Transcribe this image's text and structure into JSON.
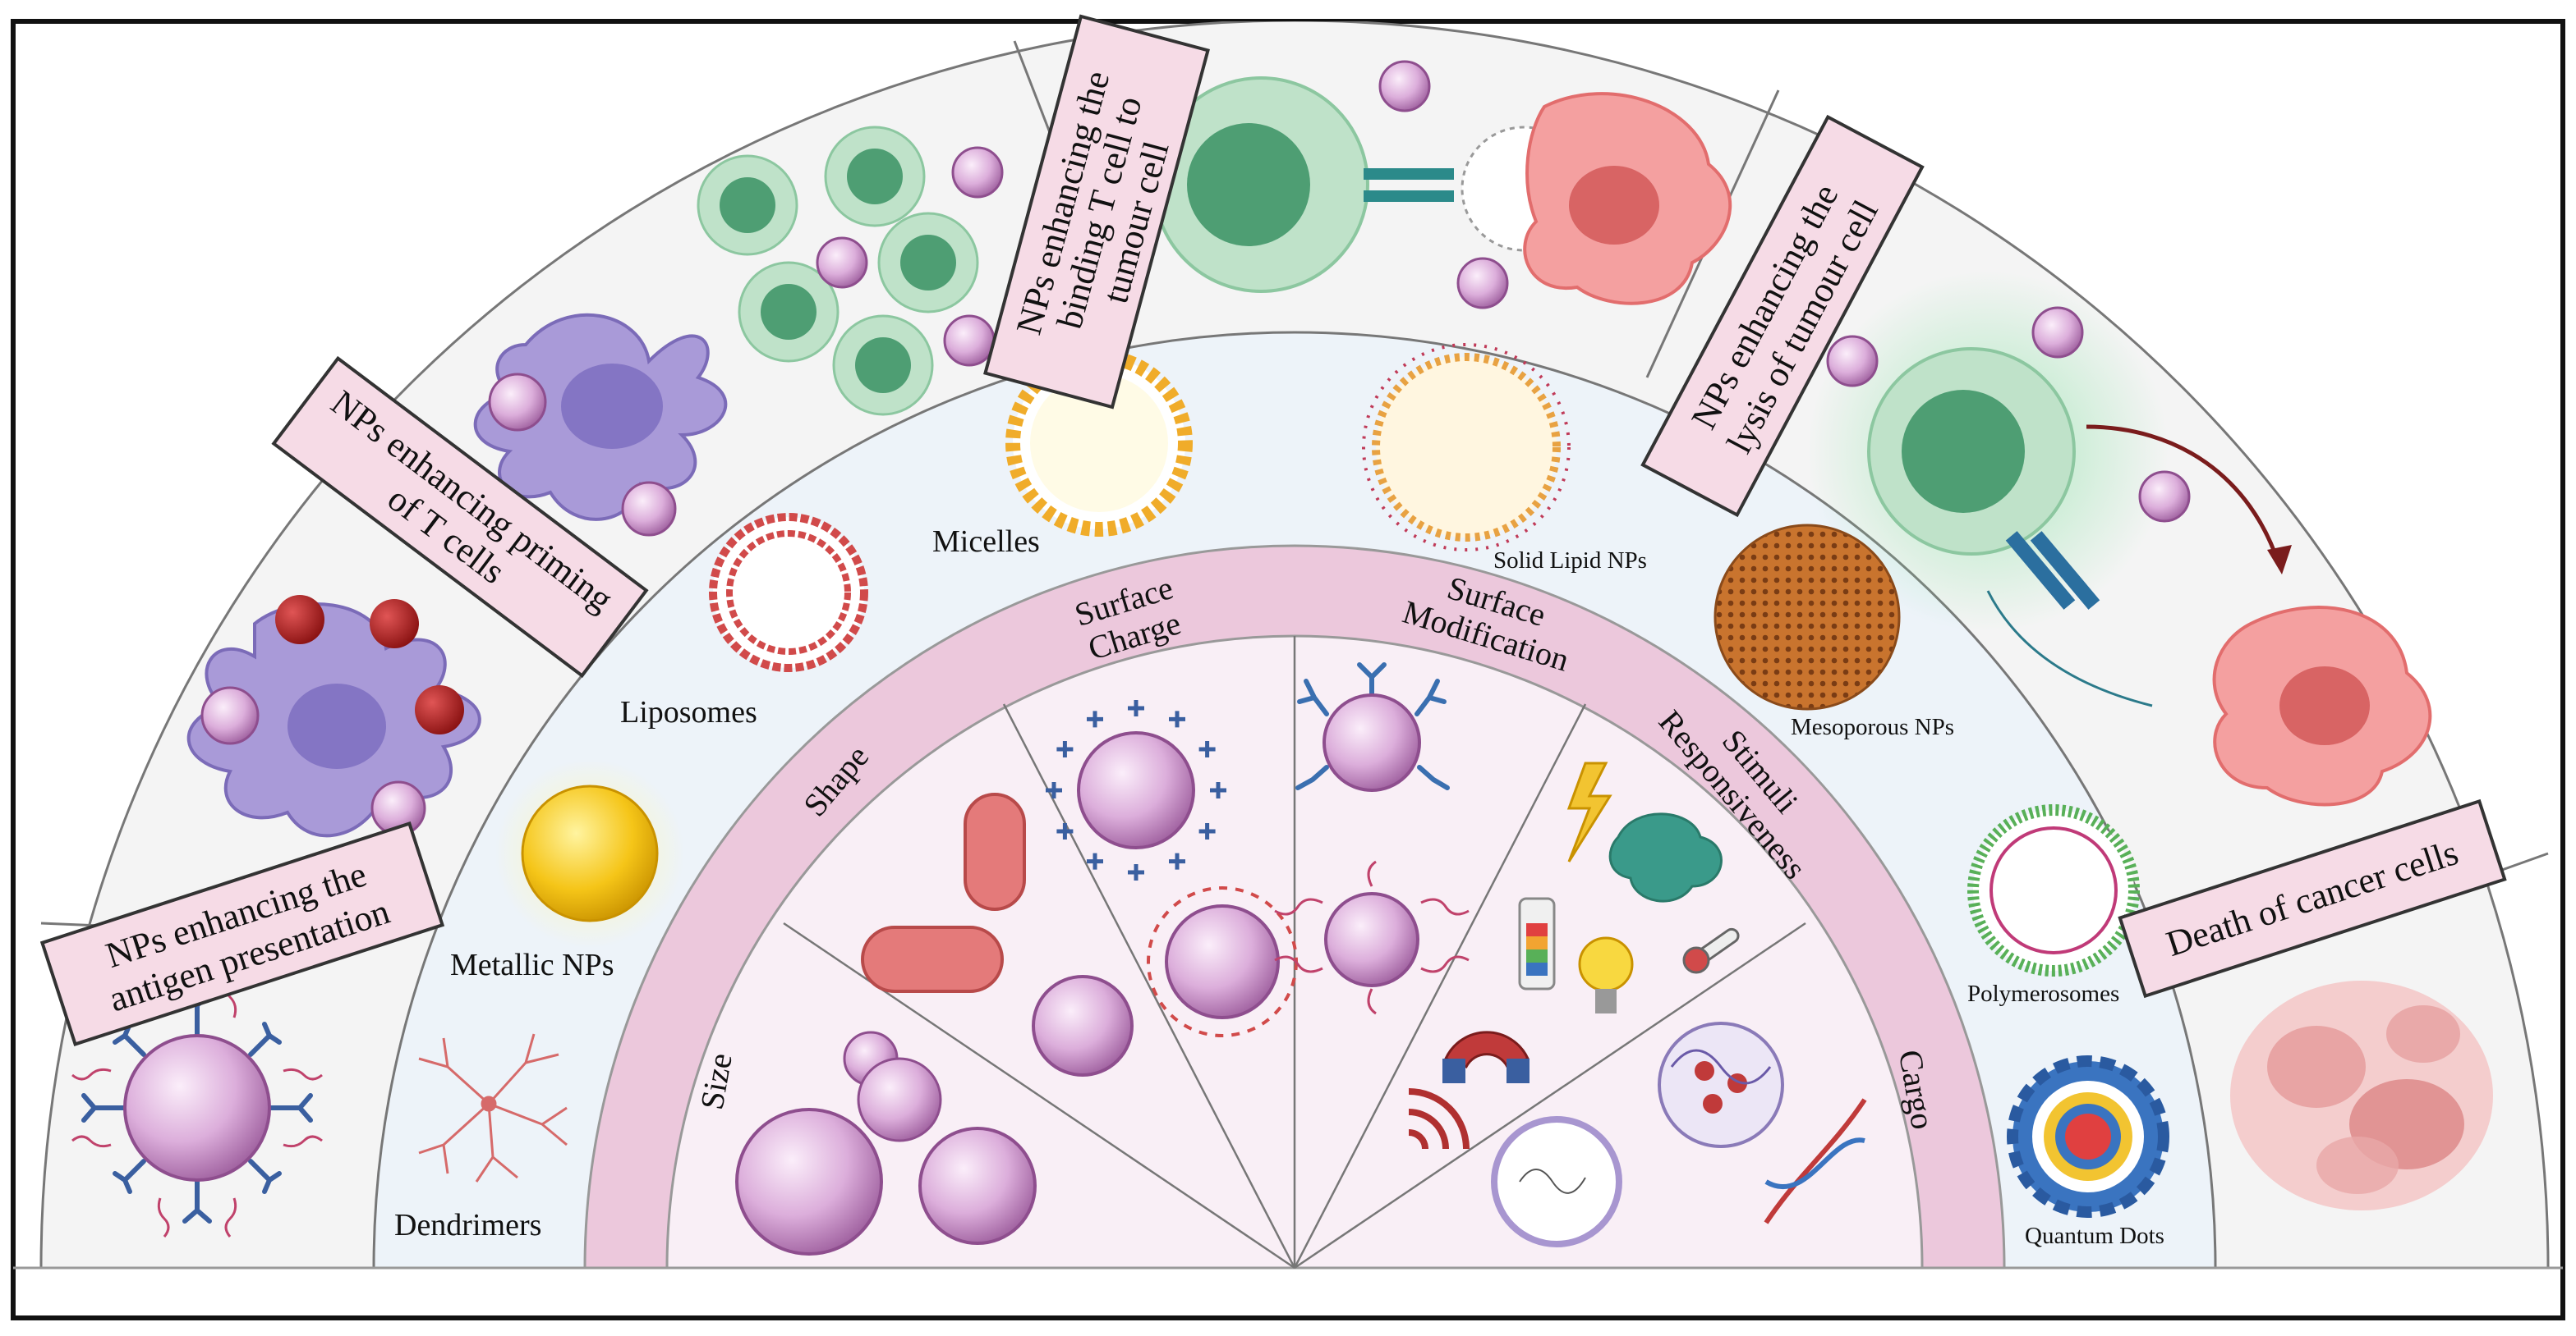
{
  "outer_labels": {
    "antigen": [
      "NPs enhancing the",
      "antigen presentation"
    ],
    "priming": [
      "NPs enhancing priming",
      "of T cells"
    ],
    "binding": [
      "NPs enhancing the",
      "binding T cell to",
      "tumour cell"
    ],
    "lysis": [
      "NPs enhancing the",
      "lysis of tumour cell"
    ],
    "death": "Death of cancer cells"
  },
  "np_types": {
    "metallic": "Metallic NPs",
    "dendrimers": "Dendrimers",
    "liposomes": "Liposomes",
    "micelles": "Micelles",
    "solid_lipid": "Solid Lipid NPs",
    "mesoporous": "Mesoporous NPs",
    "polymerosomes": "Polymerosomes",
    "quantum_dots": "Quantum Dots"
  },
  "properties": {
    "size": "Size",
    "shape": "Shape",
    "surface_charge": [
      "Surface",
      "Charge"
    ],
    "surface_modification": [
      "Surface",
      "Modification"
    ],
    "stimuli": [
      "Stimuli",
      "Responsiveness"
    ],
    "cargo": "Cargo"
  },
  "colors": {
    "np_pink": "#d9a8d6",
    "apc_purple": "#a99ad8",
    "tcell_green": "#69b58a",
    "tumour_red": "#f08c8c",
    "ring_pink": "#ecc8dc",
    "banner_pink": "#f6dbe6"
  }
}
